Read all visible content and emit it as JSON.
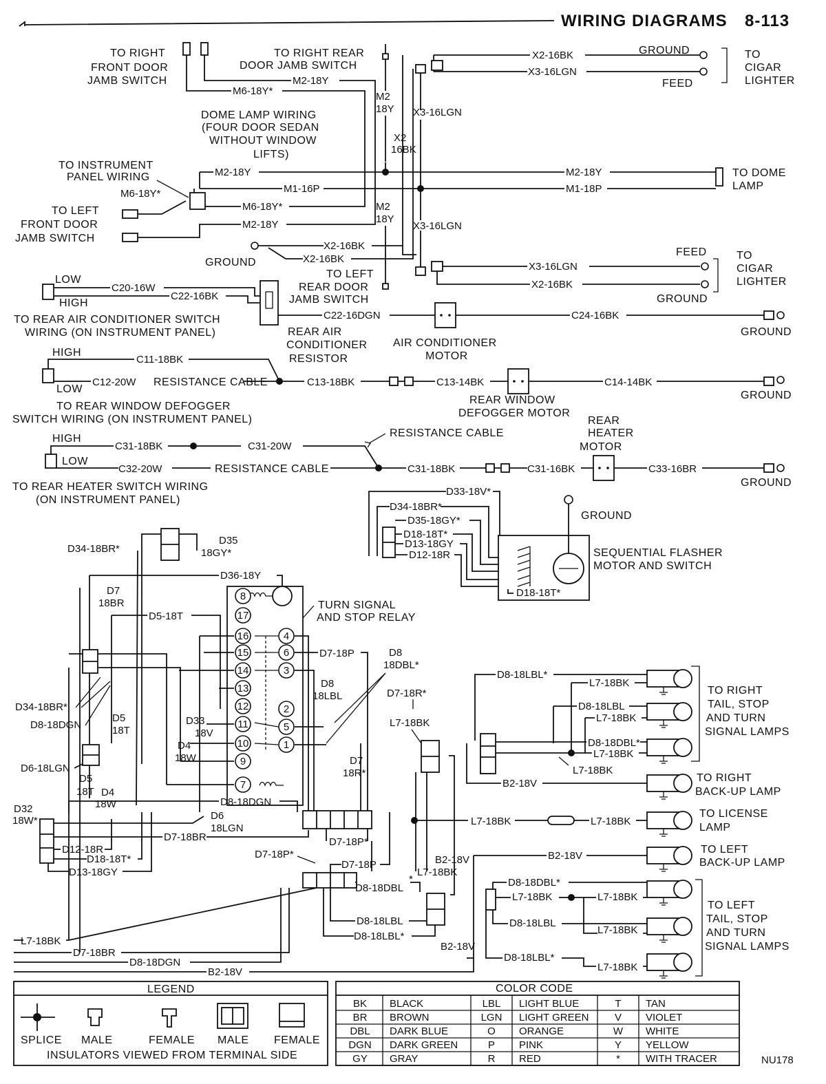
{
  "header": {
    "title": "WIRING DIAGRAMS",
    "page": "8-113",
    "ref": "NU178"
  },
  "labels": {
    "right_front_door": [
      "TO RIGHT",
      "FRONT DOOR",
      "JAMB SWITCH"
    ],
    "right_rear_door": [
      "TO RIGHT REAR",
      "DOOR JAMB SWITCH"
    ],
    "dome_lamp_wiring": [
      "DOME LAMP WIRING",
      "(FOUR DOOR SEDAN",
      "WITHOUT WINDOW",
      "LIFTS)"
    ],
    "instrument_panel_wiring": [
      "TO INSTRUMENT",
      "PANEL WIRING"
    ],
    "left_front_door": [
      "TO LEFT",
      "FRONT DOOR",
      "JAMB SWITCH"
    ],
    "cigar_lighter_top": [
      "TO",
      "CIGAR",
      "LIGHTER"
    ],
    "dome_lamp": [
      "TO DOME",
      "LAMP"
    ],
    "cigar_lighter_mid": [
      "TO",
      "CIGAR",
      "LIGHTER"
    ],
    "left_rear_door": [
      "TO LEFT",
      "REAR DOOR",
      "JAMB SWITCH"
    ],
    "ground": "GROUND",
    "feed": "FEED",
    "low": "LOW",
    "high": "HIGH",
    "rear_ac_switch": [
      "TO REAR AIR CONDITIONER SWITCH",
      "WIRING (ON INSTRUMENT PANEL)"
    ],
    "rear_ac_resistor": [
      "REAR AIR",
      "CONDITIONER",
      "RESISTOR"
    ],
    "ac_motor": [
      "AIR CONDITIONER",
      "MOTOR"
    ],
    "resistance_cable": "RESISTANCE CABLE",
    "defogger_switch": [
      "TO REAR WINDOW DEFOGGER",
      "SWITCH WIRING (ON INSTRUMENT PANEL)"
    ],
    "defogger_motor": [
      "REAR WINDOW",
      "DEFOGGER MOTOR"
    ],
    "rear_heater_motor": [
      "REAR",
      "HEATER",
      "MOTOR"
    ],
    "heater_switch": [
      "TO REAR HEATER SWITCH WIRING",
      "(ON INSTRUMENT PANEL)"
    ],
    "flasher": [
      "SEQUENTIAL FLASHER",
      "MOTOR AND SWITCH"
    ],
    "relay": [
      "TURN SIGNAL",
      "AND STOP RELAY"
    ],
    "right_tail": [
      "TO RIGHT",
      "TAIL, STOP",
      "AND TURN",
      "SIGNAL LAMPS"
    ],
    "right_backup": [
      "TO RIGHT",
      "BACK-UP LAMP"
    ],
    "license": [
      "TO LICENSE",
      "LAMP"
    ],
    "left_backup": [
      "TO LEFT",
      "BACK-UP LAMP"
    ],
    "left_tail": [
      "TO LEFT",
      "TAIL, STOP",
      "AND TURN",
      "SIGNAL LAMPS"
    ]
  },
  "wires": {
    "m6_18y_s": "M6-18Y*",
    "m2_18y": "M2-18Y",
    "m1_16p": "M1-16P",
    "m1_18p": "M1-18P",
    "m2_v": [
      "M2",
      "18Y"
    ],
    "x2_v": [
      "X2",
      "16BK"
    ],
    "x3_16lgn": "X3-16LGN",
    "x2_16bk": "X2-16BK",
    "c20_16w": "C20-16W",
    "c22_16bk": "C22-16BK",
    "c22_16dgn": "C22-16DGN",
    "c24_16bk": "C24-16BK",
    "c11_18bk": "C11-18BK",
    "c12_20w": "C12-20W",
    "c13_18bk": "C13-18BK",
    "c13_14bk": "C13-14BK",
    "c14_14bk": "C14-14BK",
    "c31_18bk": "C31-18BK",
    "c31_20w": "C31-20W",
    "c32_20w": "C32-20W",
    "c31_16bk": "C31-16BK",
    "c33_16br": "C33-16BR",
    "d33_18v_s": "D33-18V*",
    "d34_18br_s": "D34-18BR*",
    "d35_18gy_s": "D35-18GY*",
    "d18_18t_s": "D18-18T*",
    "d13_18gy": "D13-18GY",
    "d12_18r": "D12-18R",
    "d35_v": [
      "D35",
      "18GY*"
    ],
    "d36_18y": "D36-18Y",
    "d7_v": [
      "D7",
      "18BR"
    ],
    "d5_18t": "D5-18T",
    "d7_18p": "D7-18P",
    "d8_18dbl_v": [
      "D8",
      "18DBL*"
    ],
    "d8_18lbl_v": [
      "D8",
      "18LBL"
    ],
    "d7_18r_s": "D7-18R*",
    "l7_18bk": "L7-18BK",
    "d8_18lbl_s": "D8-18LBL*",
    "d8_18lbl": "D8-18LBL",
    "d8_18dbl_s": "D8-18DBL*",
    "d8_18dbl": "D8-18DBL",
    "d8_18dgn": "D8-18DGN",
    "d5_v": [
      "D5",
      "18T"
    ],
    "d33_v": [
      "D33",
      "18V"
    ],
    "d4_v": [
      "D4",
      "18W"
    ],
    "d7r_v": [
      "D7",
      "18R*"
    ],
    "d6_18lgn": "D6-18LGN",
    "d5_18t_v": [
      "D5",
      "18T"
    ],
    "d32_v": [
      "D32",
      "18W*"
    ],
    "d6_v": [
      "D6",
      "18LGN"
    ],
    "d7_18br": "D7-18BR",
    "d7_18p_s": "D7-18P*",
    "b2_18v": "B2-18V",
    "d34_18br_left": "D34-18BR*",
    "d8_18dgn_left": "D8-18DGN"
  },
  "relay_pins_left": [
    "8",
    "17",
    "16",
    "15",
    "14",
    "13",
    "12",
    "11",
    "10",
    "9",
    "7"
  ],
  "relay_pins_right": [
    "4",
    "6",
    "3",
    "2",
    "5",
    "1"
  ],
  "legend": {
    "title": "LEGEND",
    "items": [
      "SPLICE",
      "MALE",
      "FEMALE",
      "MALE",
      "FEMALE"
    ],
    "caption": "INSULATORS VIEWED FROM TERMINAL SIDE"
  },
  "color_code": {
    "title": "COLOR CODE",
    "rows": [
      [
        "BK",
        "BLACK",
        "LBL",
        "LIGHT BLUE",
        "T",
        "TAN"
      ],
      [
        "BR",
        "BROWN",
        "LGN",
        "LIGHT GREEN",
        "V",
        "VIOLET"
      ],
      [
        "DBL",
        "DARK BLUE",
        "O",
        "ORANGE",
        "W",
        "WHITE"
      ],
      [
        "DGN",
        "DARK GREEN",
        "P",
        "PINK",
        "Y",
        "YELLOW"
      ],
      [
        "GY",
        "GRAY",
        "R",
        "RED",
        "*",
        "WITH TRACER"
      ]
    ]
  }
}
